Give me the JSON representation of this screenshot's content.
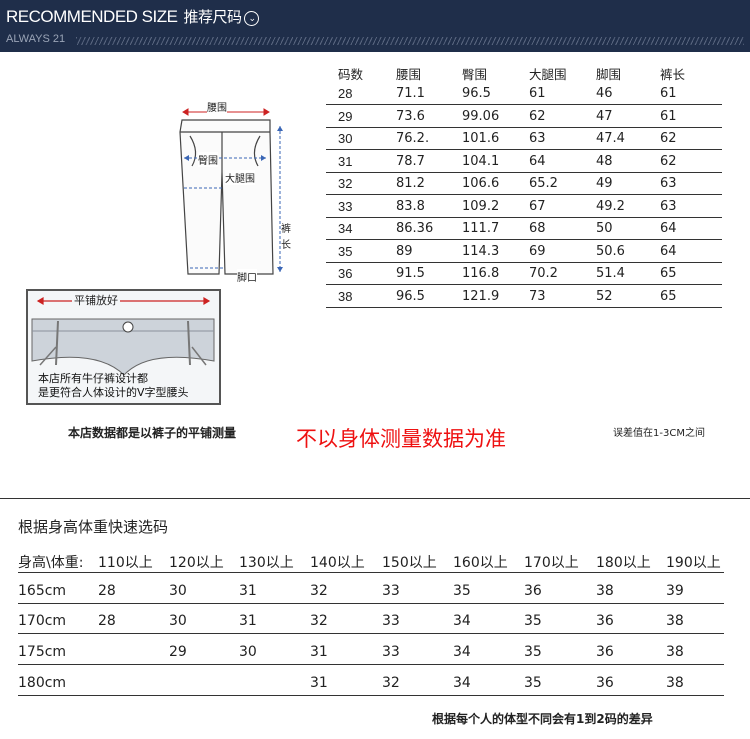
{
  "header": {
    "title": "RECOMMENDED SIZE",
    "title_cn": "推荐尺码",
    "subtitle": "ALWAYS 21",
    "check_icon": "chevron-check-circle"
  },
  "size_table": {
    "headers": [
      "码数",
      "腰围",
      "臀围",
      "大腿围",
      "脚围",
      "裤长"
    ],
    "rows": [
      [
        "28",
        "71.1",
        "96.5",
        "61",
        "46",
        "61"
      ],
      [
        "29",
        "73.6",
        "99.06",
        "62",
        "47",
        "61"
      ],
      [
        "30",
        "76.2.",
        "101.6",
        "63",
        "47.4",
        "62"
      ],
      [
        "31",
        "78.7",
        "104.1",
        "64",
        "48",
        "62"
      ],
      [
        "32",
        "81.2",
        "106.6",
        "65.2",
        "49",
        "63"
      ],
      [
        "33",
        "83.8",
        "109.2",
        "67",
        "49.2",
        "63"
      ],
      [
        "34",
        "86.36",
        "111.7",
        "68",
        "50",
        "64"
      ],
      [
        "35",
        "89",
        "114.3",
        "69",
        "50.6",
        "64"
      ],
      [
        "36",
        "91.5",
        "116.8",
        "70.2",
        "51.4",
        "65"
      ],
      [
        "38",
        "96.5",
        "121.9",
        "73",
        "52",
        "65"
      ]
    ]
  },
  "diagram": {
    "waist": "腰围",
    "hip": "臀围",
    "thigh": "大腿围",
    "length_1": "裤",
    "length_2": "长",
    "hem": "脚口"
  },
  "flat_box": {
    "title": "平铺放好",
    "note_1": "本店所有牛仔裤设计都",
    "note_2": "是更符合人体设计的V字型腰头"
  },
  "notes": {
    "flat_measure": "本店数据都是以裤子的平铺测量",
    "not_body": "不以身体测量数据为准",
    "tolerance": "误差值在1-3CM之间"
  },
  "hw_table": {
    "title": "根据身高体重快速选码",
    "header_label": "身高\\体重:",
    "weights": [
      "110以上",
      "120以上",
      "130以上",
      "140以上",
      "150以上",
      "160以上",
      "170以上",
      "180以上",
      "190以上"
    ],
    "rows": [
      {
        "height": "165cm",
        "sizes": [
          "28",
          "30",
          "31",
          "32",
          "33",
          "35",
          "36",
          "38",
          "39"
        ]
      },
      {
        "height": "170cm",
        "sizes": [
          "28",
          "30",
          "31",
          "32",
          "33",
          "34",
          "35",
          "36",
          "38"
        ]
      },
      {
        "height": "175cm",
        "sizes": [
          "",
          "29",
          "30",
          "31",
          "33",
          "34",
          "35",
          "36",
          "38"
        ]
      },
      {
        "height": "180cm",
        "sizes": [
          "",
          "",
          "",
          "31",
          "32",
          "34",
          "35",
          "36",
          "38"
        ]
      }
    ]
  },
  "footer": "根据每个人的体型不同会有1到2码的差异",
  "colors": {
    "header_bg": "#1f2e4a",
    "accent_red": "#ee1111",
    "measure_red": "#cc2222"
  }
}
